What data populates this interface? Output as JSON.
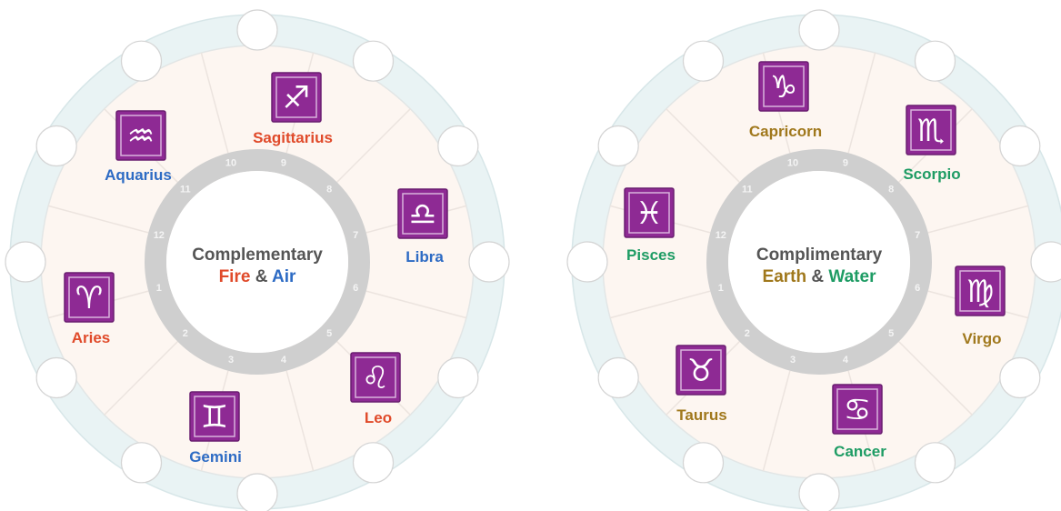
{
  "colors": {
    "fire": "#e04a2a",
    "air": "#2d6bc4",
    "earth": "#a0781c",
    "water": "#1e9c64",
    "center_dark": "#555555",
    "sign_tile": "#8e2a94",
    "ring_gray": "#cfcfcf",
    "outer_ring": "#e9f3f4",
    "inner_fill": "#fdf6f1"
  },
  "wheels": [
    {
      "id": "fire-air",
      "center_title": "Complementary",
      "center_parts": [
        {
          "text": "Fire",
          "element": "fire"
        },
        {
          "text": " & ",
          "element": "dark"
        },
        {
          "text": "Air",
          "element": "air"
        }
      ],
      "house_numbers": [
        "10",
        "9",
        "8",
        "7",
        "6",
        "5",
        "4",
        "3",
        "2",
        "1",
        "12",
        "11"
      ],
      "signs": [
        {
          "name": "Sagittarius",
          "element": "fire",
          "icon": "sagittarius-icon",
          "glyph": "♐"
        },
        {
          "name": "Aquarius",
          "element": "air",
          "icon": "aquarius-icon",
          "glyph": "♒"
        },
        {
          "name": "Libra",
          "element": "air",
          "icon": "libra-icon",
          "glyph": "♎"
        },
        {
          "name": "Aries",
          "element": "fire",
          "icon": "aries-icon",
          "glyph": "♈"
        },
        {
          "name": "Leo",
          "element": "fire",
          "icon": "leo-icon",
          "glyph": "♌"
        },
        {
          "name": "Gemini",
          "element": "air",
          "icon": "gemini-icon",
          "glyph": "♊"
        }
      ]
    },
    {
      "id": "earth-water",
      "center_title": "Complimentary",
      "center_parts": [
        {
          "text": "Earth",
          "element": "earth"
        },
        {
          "text": " & ",
          "element": "dark"
        },
        {
          "text": "Water",
          "element": "water"
        }
      ],
      "house_numbers": [
        "10",
        "9",
        "8",
        "7",
        "6",
        "5",
        "4",
        "3",
        "2",
        "1",
        "12",
        "11"
      ],
      "signs": [
        {
          "name": "Capricorn",
          "element": "earth",
          "icon": "capricorn-icon",
          "glyph": "♑"
        },
        {
          "name": "Scorpio",
          "element": "water",
          "icon": "scorpio-icon",
          "glyph": "♏"
        },
        {
          "name": "Pisces",
          "element": "water",
          "icon": "pisces-icon",
          "glyph": "♓"
        },
        {
          "name": "Virgo",
          "element": "earth",
          "icon": "virgo-icon",
          "glyph": "♍"
        },
        {
          "name": "Taurus",
          "element": "earth",
          "icon": "taurus-icon",
          "glyph": "♉"
        },
        {
          "name": "Cancer",
          "element": "water",
          "icon": "cancer-icon",
          "glyph": "♋"
        }
      ]
    }
  ]
}
